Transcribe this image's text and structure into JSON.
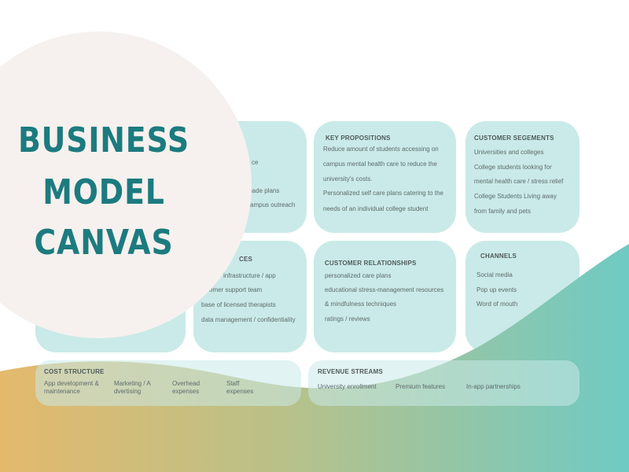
{
  "title": {
    "line1": "BUSINESS",
    "line2": "MODEL",
    "line3": "CANVAS"
  },
  "key_partners": {
    "items": [
      "ce",
      "made plans",
      "campus outreach"
    ]
  },
  "key_propositions": {
    "title": "KEY PROPOSITIONS",
    "items": [
      "Reduce amount of students accessing on",
      "campus mental health care to reduce the",
      "university's costs.",
      "Personalized self care plans catering to the",
      "needs of an individual college student"
    ]
  },
  "customer_segments": {
    "title": "CUSTOMER SEGEMENTS",
    "items": [
      "Universities and colleges",
      "College students looking for",
      "mental health care / stress relief",
      "College Students Living away",
      "from family and pets"
    ]
  },
  "key_resources": {
    "title": "CES",
    "items": [
      "infrastructure / app",
      "omer support team",
      "base of licensed therapists",
      "data management / confidentiality"
    ]
  },
  "customer_relationships": {
    "title": "CUSTOMER RELATIONSHIPS",
    "items": [
      "personalized care plans",
      "educational stress-management resources",
      "& mindfulness techniques",
      "ratings / reviews"
    ]
  },
  "channels": {
    "title": "CHANNELS",
    "items": [
      "Social media",
      "Pop up events",
      "Word of mouth"
    ]
  },
  "cost_structure": {
    "title": "COST STRUCTURE",
    "items": [
      {
        "line1": "App development &",
        "line2": "maintenance"
      },
      {
        "line1": "Marketing / A",
        "line2": "dvertising"
      },
      {
        "line1": "Overhead",
        "line2": "expenses"
      },
      {
        "line1": "Staff",
        "line2": "expenses"
      }
    ]
  },
  "revenue_streams": {
    "title": "REVENUE STREAMS",
    "items": [
      "University enrollment",
      "Premium features",
      "In-app partnerships"
    ]
  },
  "colors": {
    "card": "#c9eae8",
    "title": "#1c7b7f",
    "circle": "#f6f1ee",
    "wave_left": "#e4b96c",
    "wave_right": "#6fcac4"
  }
}
